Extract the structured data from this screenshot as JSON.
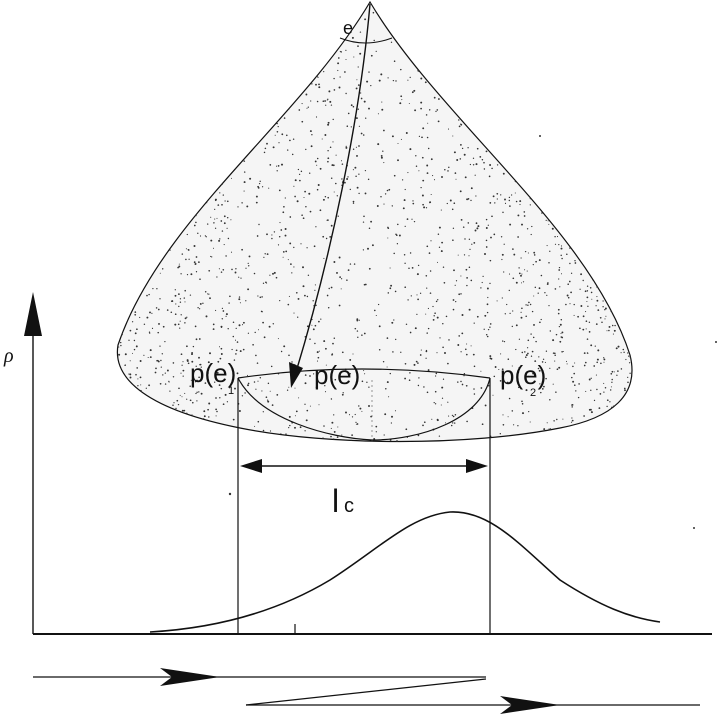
{
  "labels": {
    "apex_angle": "e",
    "vertical_axis": "ρ",
    "p_left": "p(e)",
    "p_left_sub": "1",
    "p_middle": "p(e)",
    "p_right": "p(e)",
    "p_right_sub": "2",
    "coherence_length": "l",
    "coherence_length_sub": "c"
  },
  "colors": {
    "ink": "#111111",
    "stipple": "#333333",
    "background": "#ffffff"
  }
}
